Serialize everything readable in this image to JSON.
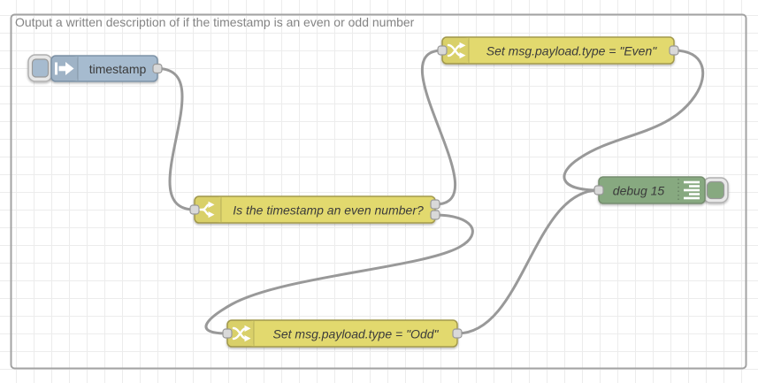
{
  "group": {
    "label": "Output a written description of if the timestamp is an even or odd number"
  },
  "nodes": {
    "inject_timestamp": {
      "label": "timestamp",
      "type": "inject",
      "color": "#a6bbcf",
      "icon": "inject-arrow-icon"
    },
    "switch_even_check": {
      "label": "Is the timestamp an even number?",
      "type": "switch",
      "color": "#e2d96e",
      "icon": "switch-fork-icon",
      "outputs": 2
    },
    "change_set_even": {
      "label": "Set msg.payload.type = \"Even\"",
      "type": "change",
      "color": "#e2d96e",
      "icon": "change-swap-icon"
    },
    "change_set_odd": {
      "label": "Set msg.payload.type = \"Odd\"",
      "type": "change",
      "color": "#e2d96e",
      "icon": "change-swap-icon"
    },
    "debug_15": {
      "label": "debug 15",
      "type": "debug",
      "color": "#87a980",
      "icon": "debug-list-icon"
    }
  },
  "wires": [
    {
      "from": "inject_timestamp",
      "to": "switch_even_check"
    },
    {
      "from": "switch_even_check:output1",
      "to": "change_set_even"
    },
    {
      "from": "switch_even_check:output2",
      "to": "change_set_odd"
    },
    {
      "from": "change_set_even",
      "to": "debug_15"
    },
    {
      "from": "change_set_odd",
      "to": "debug_15"
    }
  ],
  "colors": {
    "inject_blue": "#a6bbcf",
    "function_yellow": "#e2d96e",
    "debug_green": "#87a980",
    "wire_gray": "#999999",
    "grid_line": "#ececec",
    "group_border": "#a3a3a3",
    "group_label_text": "#848484",
    "node_label_text": "#3b3b3b",
    "port_fill": "#d9d9d9"
  }
}
